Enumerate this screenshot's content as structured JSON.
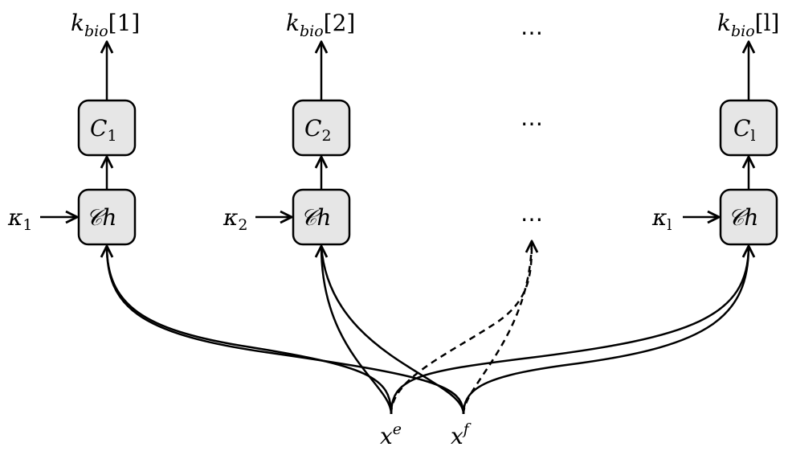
{
  "outputs": [
    {
      "base": "k",
      "sub": "bio",
      "index": "[1]"
    },
    {
      "base": "k",
      "sub": "bio",
      "index": "[2]"
    },
    {
      "base": "k",
      "sub": "bio",
      "index": "[l]"
    }
  ],
  "classifiers": [
    {
      "base": "C",
      "sub": "1"
    },
    {
      "base": "C",
      "sub": "2"
    },
    {
      "base": "C",
      "sub": "l"
    }
  ],
  "channel_label": "𝒞h",
  "keys": [
    {
      "base": "κ",
      "sub": "1"
    },
    {
      "base": "κ",
      "sub": "2"
    },
    {
      "base": "κ",
      "sub": "l"
    }
  ],
  "ellipsis": "⋯",
  "inputs": [
    {
      "base": "x",
      "sup": "e"
    },
    {
      "base": "x",
      "sup": "f"
    }
  ]
}
